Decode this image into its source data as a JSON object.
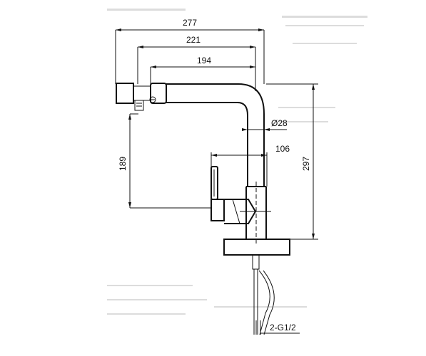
{
  "drawing": {
    "dimensions": {
      "overall_width": "277",
      "spout_width": "221",
      "spout_reach": "194",
      "tube_diameter": "Ø28",
      "handle_offset": "106",
      "spout_height": "189",
      "overall_height": "297",
      "thread_note": "2-G1/2"
    }
  }
}
